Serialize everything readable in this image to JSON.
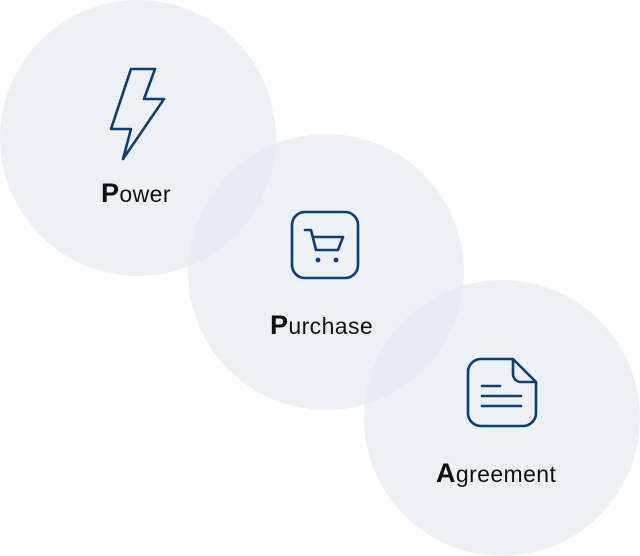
{
  "colors": {
    "circle_fill": "#e2e9f1",
    "icon_stroke": "#0b3d7a",
    "text": "#111111"
  },
  "steps": [
    {
      "initial": "P",
      "rest": "ower",
      "icon": "lightning-bolt-icon"
    },
    {
      "initial": "P",
      "rest": "urchase",
      "icon": "shopping-cart-icon"
    },
    {
      "initial": "A",
      "rest": "greement",
      "icon": "document-icon"
    }
  ]
}
